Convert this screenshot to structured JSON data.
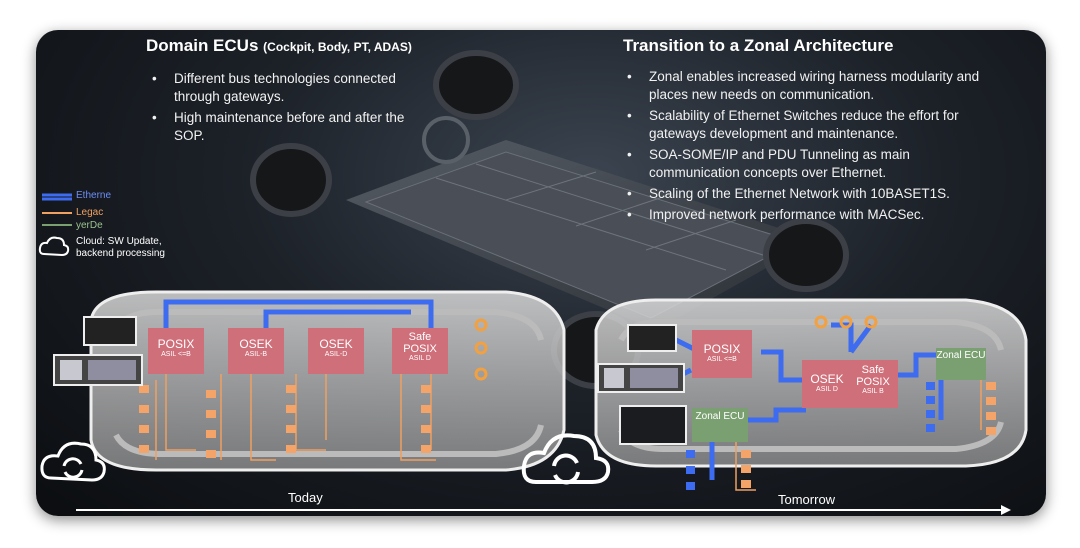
{
  "left": {
    "title": "Domain ECUs",
    "title_sub": "(Cockpit, Body, PT, ADAS)",
    "bullets": [
      "Different bus technologies connected through gateways.",
      "High maintenance before and after the SOP."
    ]
  },
  "right": {
    "title": "Transition to a Zonal Architecture",
    "bullets": [
      "Zonal enables increased wiring harness modularity and places new needs on communication.",
      "Scalability of Ethernet Switches reduce the effort for gateways development and maintenance.",
      "SOA-SOME/IP and PDU Tunneling as main communication concepts over Ethernet.",
      "Scaling of the Ethernet Network with 10BASET1S.",
      "Improved network performance with MACSec."
    ]
  },
  "legend": {
    "ethernet": "Etherne",
    "legacy": "Legac",
    "yerde": "yerDe",
    "cloud": "Cloud: SW Update, backend processing"
  },
  "today": {
    "label": "Today",
    "ecus": [
      {
        "name": "POSIX",
        "sub": "ASIL <=B"
      },
      {
        "name": "OSEK",
        "sub": "ASIL-B"
      },
      {
        "name": "OSEK",
        "sub": "ASIL-D"
      },
      {
        "name": "Safe POSIX",
        "sub": "ASIL D"
      }
    ]
  },
  "tomorrow": {
    "label": "Tomorrow",
    "ecus": [
      {
        "name": "POSIX",
        "sub": "ASIL <=B"
      },
      {
        "name": "OSEK",
        "sub": "ASIL D"
      },
      {
        "name": "Safe POSIX",
        "sub": "ASIL B"
      }
    ],
    "zonal": [
      "Zonal ECU",
      "Zonal ECU"
    ]
  },
  "colors": {
    "ethernet": "#3d6cf0",
    "legacy": "#f0a060",
    "ecu": "#cf6f7a",
    "zonal": "#7aa071",
    "sensor": "#f2a040"
  }
}
